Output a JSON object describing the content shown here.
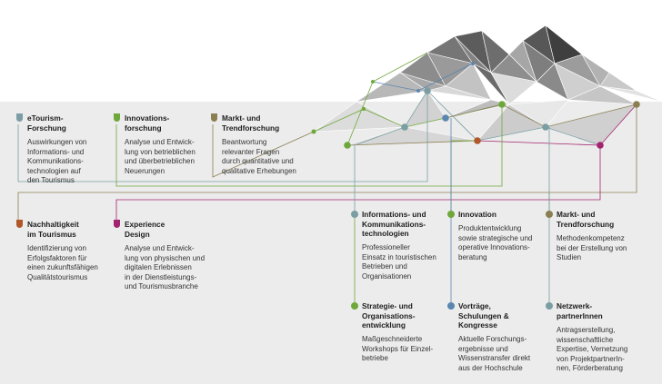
{
  "colors": {
    "teal": "#7a9ea3",
    "green": "#6fa83a",
    "olive": "#8a7f52",
    "brown": "#b0582a",
    "magenta": "#a3246e",
    "blue": "#5b86b0",
    "band": "#ececec"
  },
  "top_items": [
    {
      "title": "eTourism-\nForschung",
      "body": "Auswirkungen von\nInformations- und\nKommunikations-\ntechnologien auf\nden Tourismus",
      "color": "#7a9ea3",
      "icon": "shield-icon"
    },
    {
      "title": "Innovations-\nforschung",
      "body": "Analyse und Entwick-\nlung von betrieblichen\nund überbetrieblichen\nNeuerungen",
      "color": "#6fa83a",
      "icon": "shield-icon"
    },
    {
      "title": "Markt- und\nTrendforschung",
      "body": "Beantwortung\nrelevanter Fragen\ndurch quantitative und\nqualitative Erhebungen",
      "color": "#8a7f52",
      "icon": "shield-icon"
    }
  ],
  "mid_items": [
    {
      "title": "Nachhaltigkeit\nim Tourismus",
      "body": "Identifizierung von\nErfolgsfaktoren für\neinen zukunftsfähigen\nQualitätstourismus",
      "color": "#b0582a",
      "icon": "shield-icon"
    },
    {
      "title": "Experience\nDesign",
      "body": "Analyse und Entwick-\nlung von physischen und\ndigitalen Erlebnissen\nin der Dienstleistungs-\nund Tourismusbranche",
      "color": "#a3246e",
      "icon": "shield-icon"
    }
  ],
  "service_row1": [
    {
      "title": "Informations- und\nKommunikations-\ntechnologien",
      "body": "Professioneller\nEinsatz in touristischen\nBetrieben und\nOrganisationen",
      "color": "#7a9ea3",
      "icon": "dot-icon"
    },
    {
      "title": "Innovation",
      "body": "Produktentwicklung\nsowie strategische und\noperative Innovations-\nberatung",
      "color": "#6fa83a",
      "icon": "dot-icon"
    },
    {
      "title": "Markt- und\nTrendforschung",
      "body": "Methodenkompetenz\nbei der Erstellung von\nStudien",
      "color": "#8a7f52",
      "icon": "dot-icon"
    }
  ],
  "service_row2": [
    {
      "title": "Strategie- und\nOrganisations-\nentwicklung",
      "body": "Maßgeschneiderte\nWorkshops für Einzel-\nbetriebe",
      "color": "#6fa83a",
      "icon": "dot-icon"
    },
    {
      "title": "Vorträge,\nSchulungen &\nKongresse",
      "body": "Aktuelle Forschungs-\nergebnisse und\nWissenstransfer direkt\naus der Hochschule",
      "color": "#5b86b0",
      "icon": "dot-icon"
    },
    {
      "title": "Netzwerk-\npartnerInnen",
      "body": "Antragserstellung,\nwissenschaftliche\nExpertise, Vernetzung\nvon ProjektpartnerIn-\nnen, Förderberatung",
      "color": "#7a9ea3",
      "icon": "dot-icon"
    }
  ]
}
